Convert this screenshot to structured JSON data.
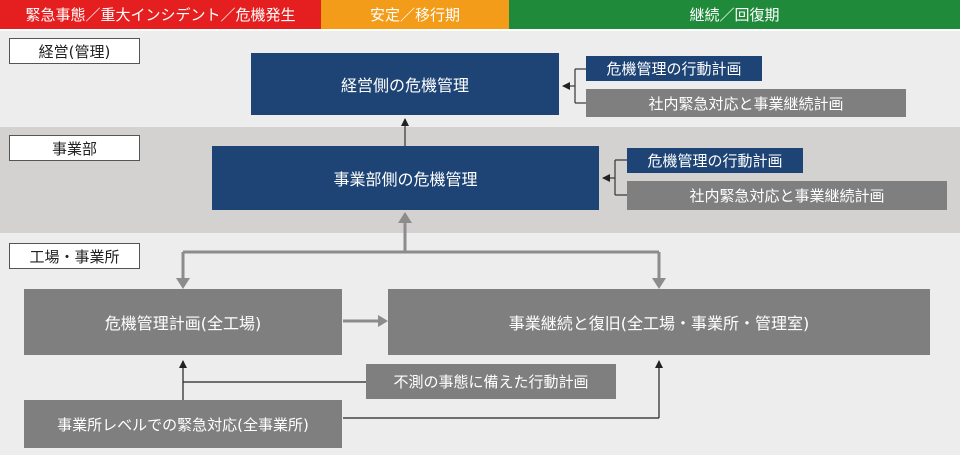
{
  "phases": [
    {
      "label": "緊急事態／重大インシデント／危機発生",
      "color": "#e51f1f"
    },
    {
      "label": "安定／移行期",
      "color": "#f39c1a"
    },
    {
      "label": "継続／回復期",
      "color": "#1f8a3a"
    }
  ],
  "lanes": {
    "management": "経営(管理)",
    "division": "事業部",
    "factory": "工場・事業所"
  },
  "management": {
    "main": "経営側の危機管理",
    "plan": "危機管理の行動計画",
    "bcp": "社内緊急対応と事業継続計画"
  },
  "division": {
    "main": "事業部側の危機管理",
    "plan": "危機管理の行動計画",
    "bcp": "社内緊急対応と事業継続計画"
  },
  "factory": {
    "crisis_plan": "危機管理計画(全工場)",
    "continuity": "事業継続と復旧(全工場・事業所・管理室)",
    "contingency": "不測の事態に備えた行動計画",
    "local_response": "事業所レベルでの緊急対応(全事業所)"
  },
  "colors": {
    "navy": "#1e4476",
    "gray": "#7f7f7f",
    "lane_light": "#ededed",
    "lane_dark": "#d4d1d1"
  }
}
